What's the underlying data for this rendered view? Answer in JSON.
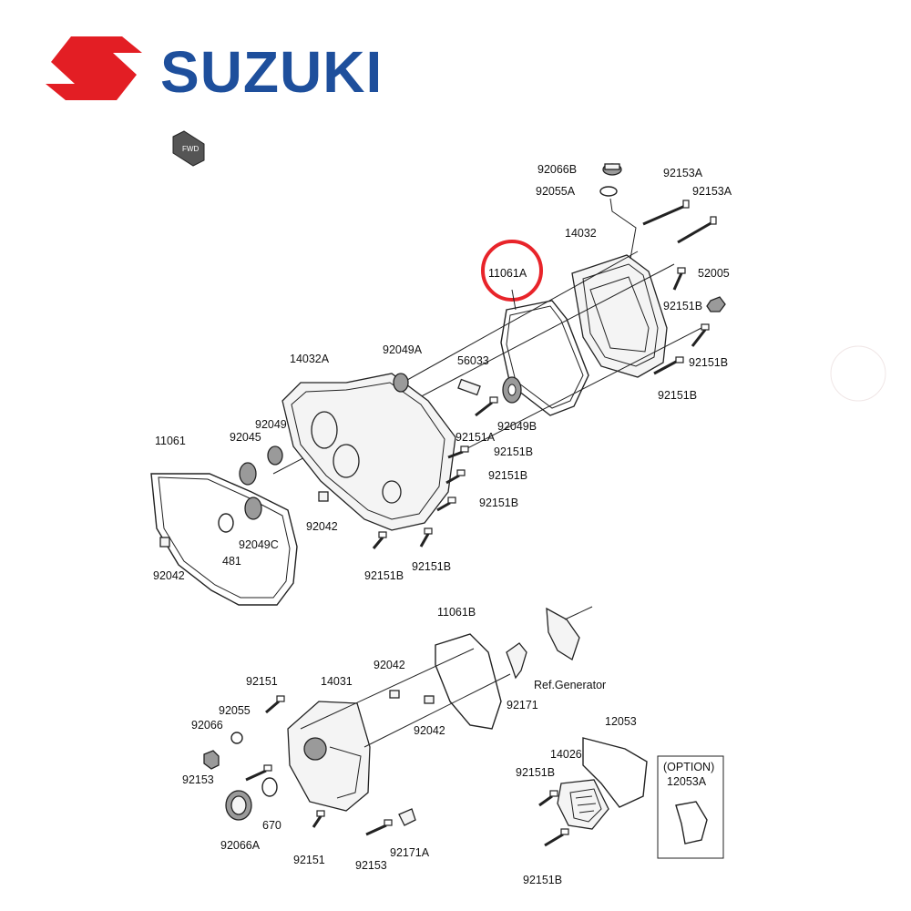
{
  "brand": {
    "name": "SUZUKI",
    "logo_color": "#e31e24",
    "name_color": "#1e4f9c"
  },
  "highlight": {
    "part": "11061A",
    "color": "#e8242a"
  },
  "fwd_arrow": {
    "label": "FWD"
  },
  "parts": {
    "p92066B": "92066B",
    "p92055A": "92055A",
    "p92153A_1": "92153A",
    "p92153A_2": "92153A",
    "p14032": "14032",
    "p11061A": "11061A",
    "p52005": "52005",
    "p92151B_r1": "92151B",
    "p92151B_r2": "92151B",
    "p92151B_r3": "92151B",
    "p14032A": "14032A",
    "p92049A": "92049A",
    "p56033": "56033",
    "p92049": "92049",
    "p92045": "92045",
    "p92151A": "92151A",
    "p92049B": "92049B",
    "p92151B_m1": "92151B",
    "p92151B_m2": "92151B",
    "p92151B_m3": "92151B",
    "p11061": "11061",
    "p92042_a": "92042",
    "p92042_b": "92042",
    "p481": "481",
    "p92049C": "92049C",
    "p92151B_b1": "92151B",
    "p92151B_b2": "92151B",
    "p11061B": "11061B",
    "p92042_c": "92042",
    "p92042_d": "92042",
    "p92151": "92151",
    "p14031": "14031",
    "p92055": "92055",
    "p92066": "92066",
    "p92153": "92153",
    "p670": "670",
    "p92066A": "92066A",
    "p92151_b": "92151",
    "p92153_b": "92153",
    "p92171A": "92171A",
    "p92171": "92171",
    "refGenerator": "Ref.Generator",
    "p12053": "12053",
    "p14026": "14026",
    "p92151B_g1": "92151B",
    "p92151B_g2": "92151B",
    "option_label": "(OPTION)",
    "p12053A": "12053A"
  }
}
